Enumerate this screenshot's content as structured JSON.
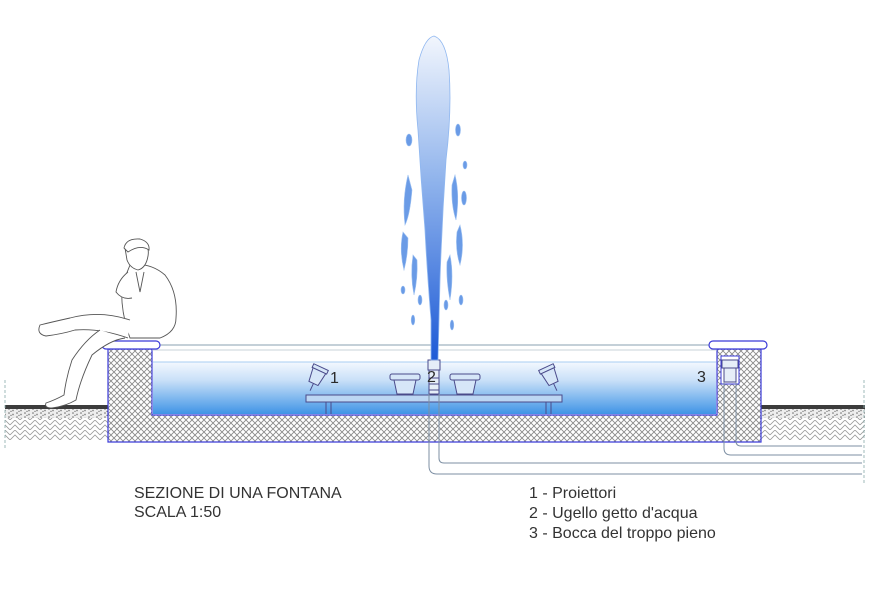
{
  "title_block": {
    "title": "SEZIONE DI UNA FONTANA",
    "scale": "SCALA 1:50"
  },
  "legend": {
    "items": [
      {
        "number": "1",
        "label": "1 - Proiettori"
      },
      {
        "number": "2",
        "label": "2 - Ugello getto d'acqua"
      },
      {
        "number": "3",
        "label": "3 - Bocca del troppo pieno"
      }
    ]
  },
  "callouts": {
    "projector": "1",
    "nozzle": "2",
    "overflow": "3"
  },
  "colors": {
    "water_top": "#e8f1fc",
    "water_bottom": "#4a9be8",
    "jet_top": "#eef3fc",
    "jet_bottom": "#1f5fd6",
    "outline_blue": "#3b3bd8",
    "concrete_hatch": "#7a7a7a",
    "pipe": "#7d8fa3"
  }
}
